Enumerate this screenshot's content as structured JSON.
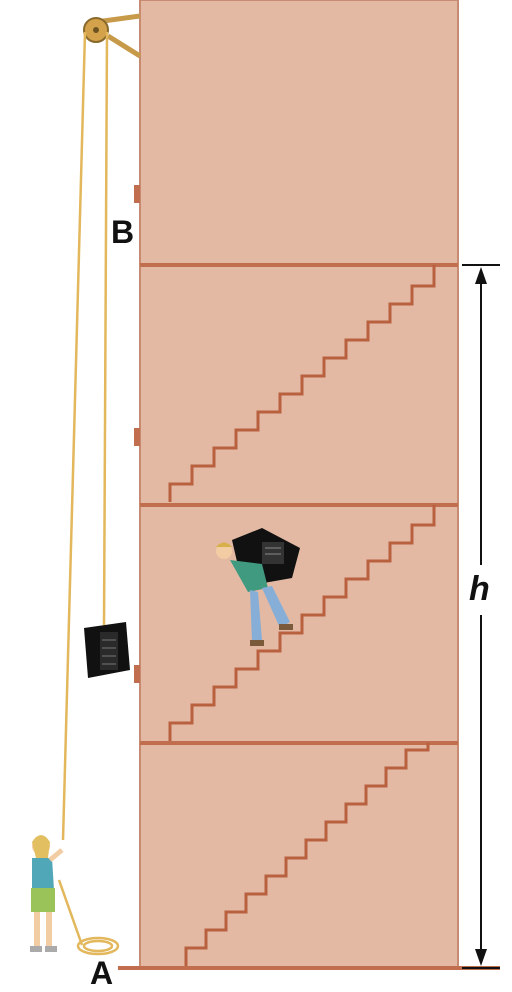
{
  "labels": {
    "point_b": "B",
    "point_a": "A",
    "height": "h"
  },
  "colors": {
    "building": "#e3b9a4",
    "building_edge": "#c78b71",
    "floor_line": "#c06e4e",
    "stairs": "#b9603f",
    "rope": "#e3b75c",
    "pulley": "#d4a24a",
    "dimension": "#111111"
  }
}
